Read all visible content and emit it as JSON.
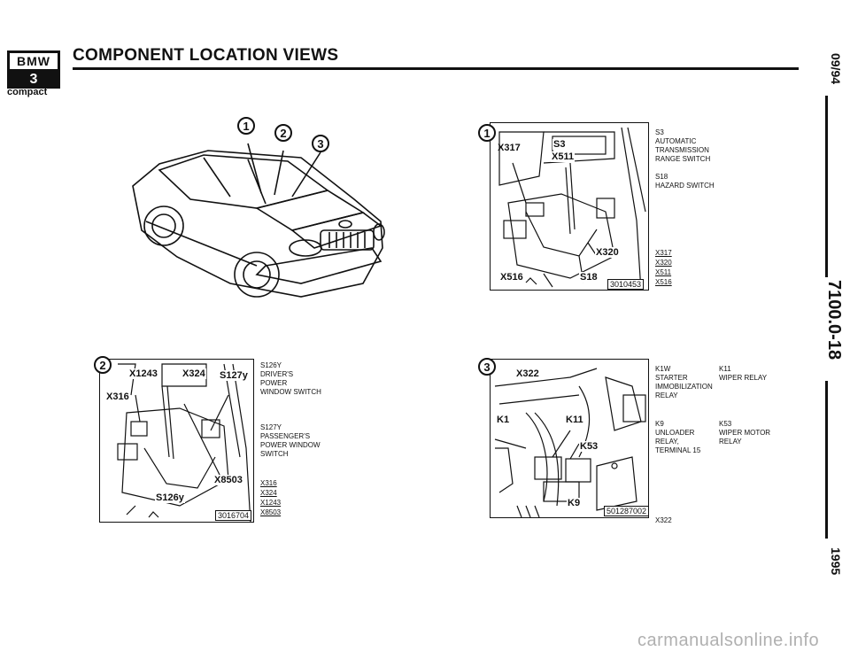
{
  "header": {
    "brand": "BMW",
    "model_digit": "3",
    "model_sub": "compact",
    "title": "COMPONENT LOCATION VIEWS"
  },
  "sidebar": {
    "date": "09/94",
    "page_code": "7100.0-18",
    "year": "1995"
  },
  "overview": {
    "markers": [
      "1",
      "2",
      "3"
    ]
  },
  "view1": {
    "number": "1",
    "photo_labels": [
      "X317",
      "S3",
      "X511",
      "X320",
      "X516",
      "S18"
    ],
    "photo_id": "3010453",
    "captions": [
      {
        "code": "S3",
        "text": "AUTOMATIC\nTRANSMISSION\nRANGE SWITCH"
      },
      {
        "code": "S18",
        "text": "HAZARD SWITCH"
      }
    ],
    "refs": [
      "X317",
      "X320",
      "X511",
      "X516"
    ]
  },
  "view2": {
    "number": "2",
    "photo_labels": [
      "X1243",
      "X324",
      "S127y",
      "X316",
      "X8503",
      "S126y"
    ],
    "photo_id": "3016704",
    "captions": [
      {
        "code": "S126y",
        "text": "DRIVER'S\nPOWER\nWINDOW SWITCH"
      },
      {
        "code": "S127y",
        "text": "PASSENGER'S\nPOWER WINDOW\nSWITCH"
      }
    ],
    "refs": [
      "X316",
      "X324",
      "X1243",
      "X8503"
    ]
  },
  "view3": {
    "number": "3",
    "photo_labels": [
      "X322",
      "K1",
      "K11",
      "K53",
      "K9"
    ],
    "photo_id": "501287002",
    "captions": [
      {
        "code": "K1w",
        "text": "STARTER\nIMMOBILIZATION\nRELAY"
      },
      {
        "code": "K11",
        "text": "WIPER RELAY"
      },
      {
        "code": "K9",
        "text": "UNLOADER\nRELAY,\nTERMINAL 15"
      },
      {
        "code": "K53",
        "text": "WIPER MOTOR\nRELAY"
      }
    ],
    "refs": [
      "X322"
    ]
  },
  "watermark": "carmanualsonline.info"
}
